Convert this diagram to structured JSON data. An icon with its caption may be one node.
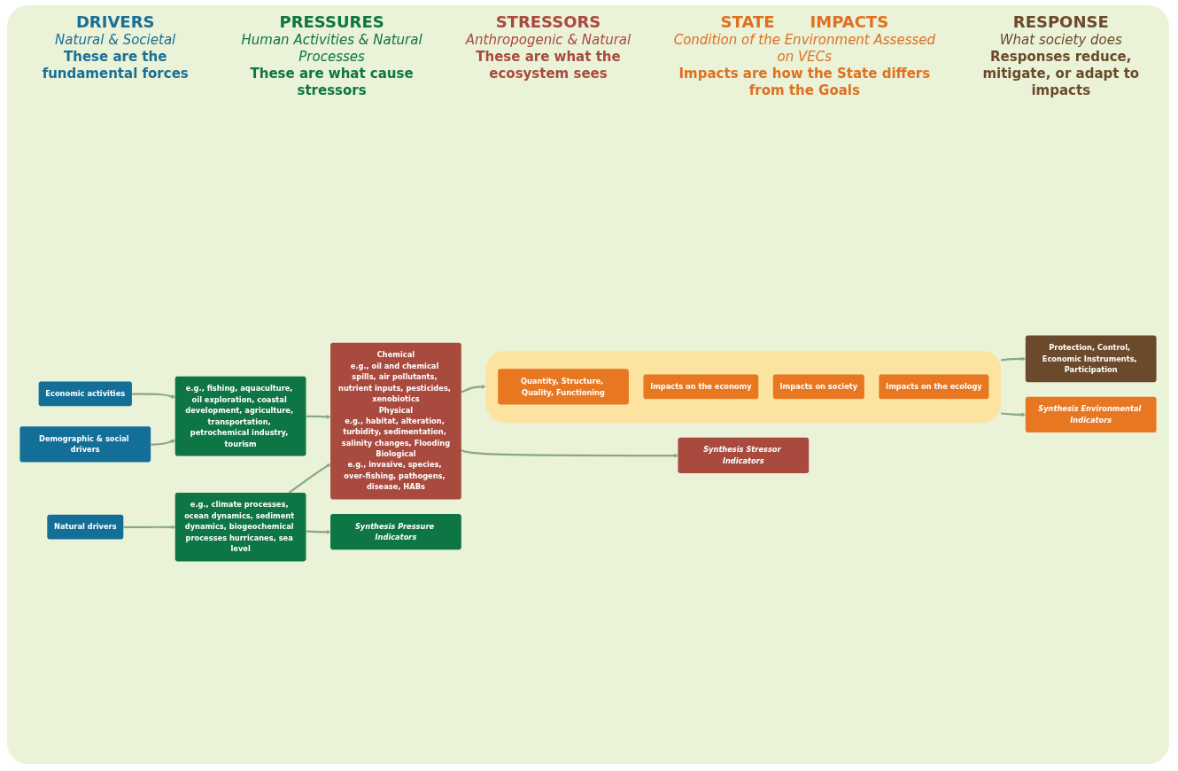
{
  "diagram": {
    "nodes": [
      {
        "text": [
          "Economic activities"
        ]
      },
      {
        "text": [
          "Demographic & social drivers"
        ]
      },
      {
        "text": [
          "Natural drivers"
        ]
      },
      {
        "text": [
          "e.g., fishing, aquaculture, oil exploration, coastal development, agriculture, transportation, petrochemical industry, tourism"
        ]
      },
      {
        "text": [
          "e.g., climate processes, ocean dynamics, sediment dynamics, biogeochemical processes hurricanes, sea level"
        ]
      },
      {
        "text": [
          "Chemical",
          "e.g., oil and chemical spills, air pollutants, nutrient inputs, pesticides, xenobiotics",
          "Physical",
          "e.g., habitat, alteration, turbidity, sedimentation, salinity changes, Flooding",
          "Biological",
          "e.g., invasive, species, over-fishing, pathogens, disease, HABs"
        ]
      },
      {
        "text": [],
        "shape": "box"
      },
      {
        "text": [
          "Quantity, Structure, Quality, Functioning"
        ],
        "in": 6
      },
      {
        "text": [
          "Impacts on the economy"
        ],
        "in": 6
      },
      {
        "text": [
          "Impacts on society"
        ],
        "in": 6
      },
      {
        "text": [
          "Impacts on the ecology"
        ],
        "in": 6
      },
      {
        "text": [
          "Protection, Control, Economic Instruments, Participation"
        ]
      },
      {
        "text": [
          "Synthesis Pressure Indicators"
        ]
      },
      {
        "text": [
          "Synthesis Stressor Indicators"
        ]
      },
      {
        "text": [
          "Synthesis Environmental Indicators"
        ]
      }
    ],
    "edges": [
      {
        "from": 0,
        "to": 3,
        "arrow": "to"
      },
      {
        "from": 1,
        "to": 3,
        "arrow": "to"
      },
      {
        "from": 2,
        "to": 4,
        "arrow": "to"
      },
      {
        "from": 3,
        "to": 5,
        "arrow": "to"
      },
      {
        "from": 4,
        "to": 5,
        "arrow": "to"
      },
      {
        "from": 5,
        "to": 6,
        "arrow": "to"
      },
      {
        "from": 6,
        "to": 11,
        "arrow": "to"
      },
      {
        "from": 4,
        "to": 12,
        "arrow": "to"
      },
      {
        "from": 5,
        "to": 13,
        "arrow": "to"
      },
      {
        "from": 6,
        "to": 14,
        "arrow": "to"
      }
    ],
    "labels": [
      "DRIVERS",
      "Natural & Societal",
      "These are the fundamental forces",
      "PRESSURES",
      "Human Activities & Natural Processes",
      "These are what cause stressors",
      "STRESSORS",
      "Anthropogenic & Natural",
      "These are what the ecosystem sees",
      "STATE",
      "IMPACTS",
      "Condition of the Environment Assessed on VECs",
      "Impacts are how the State differs from the Goals",
      "RESPONSE",
      "What society does",
      "Responses reduce, mitigate, or adapt to impacts"
    ]
  }
}
